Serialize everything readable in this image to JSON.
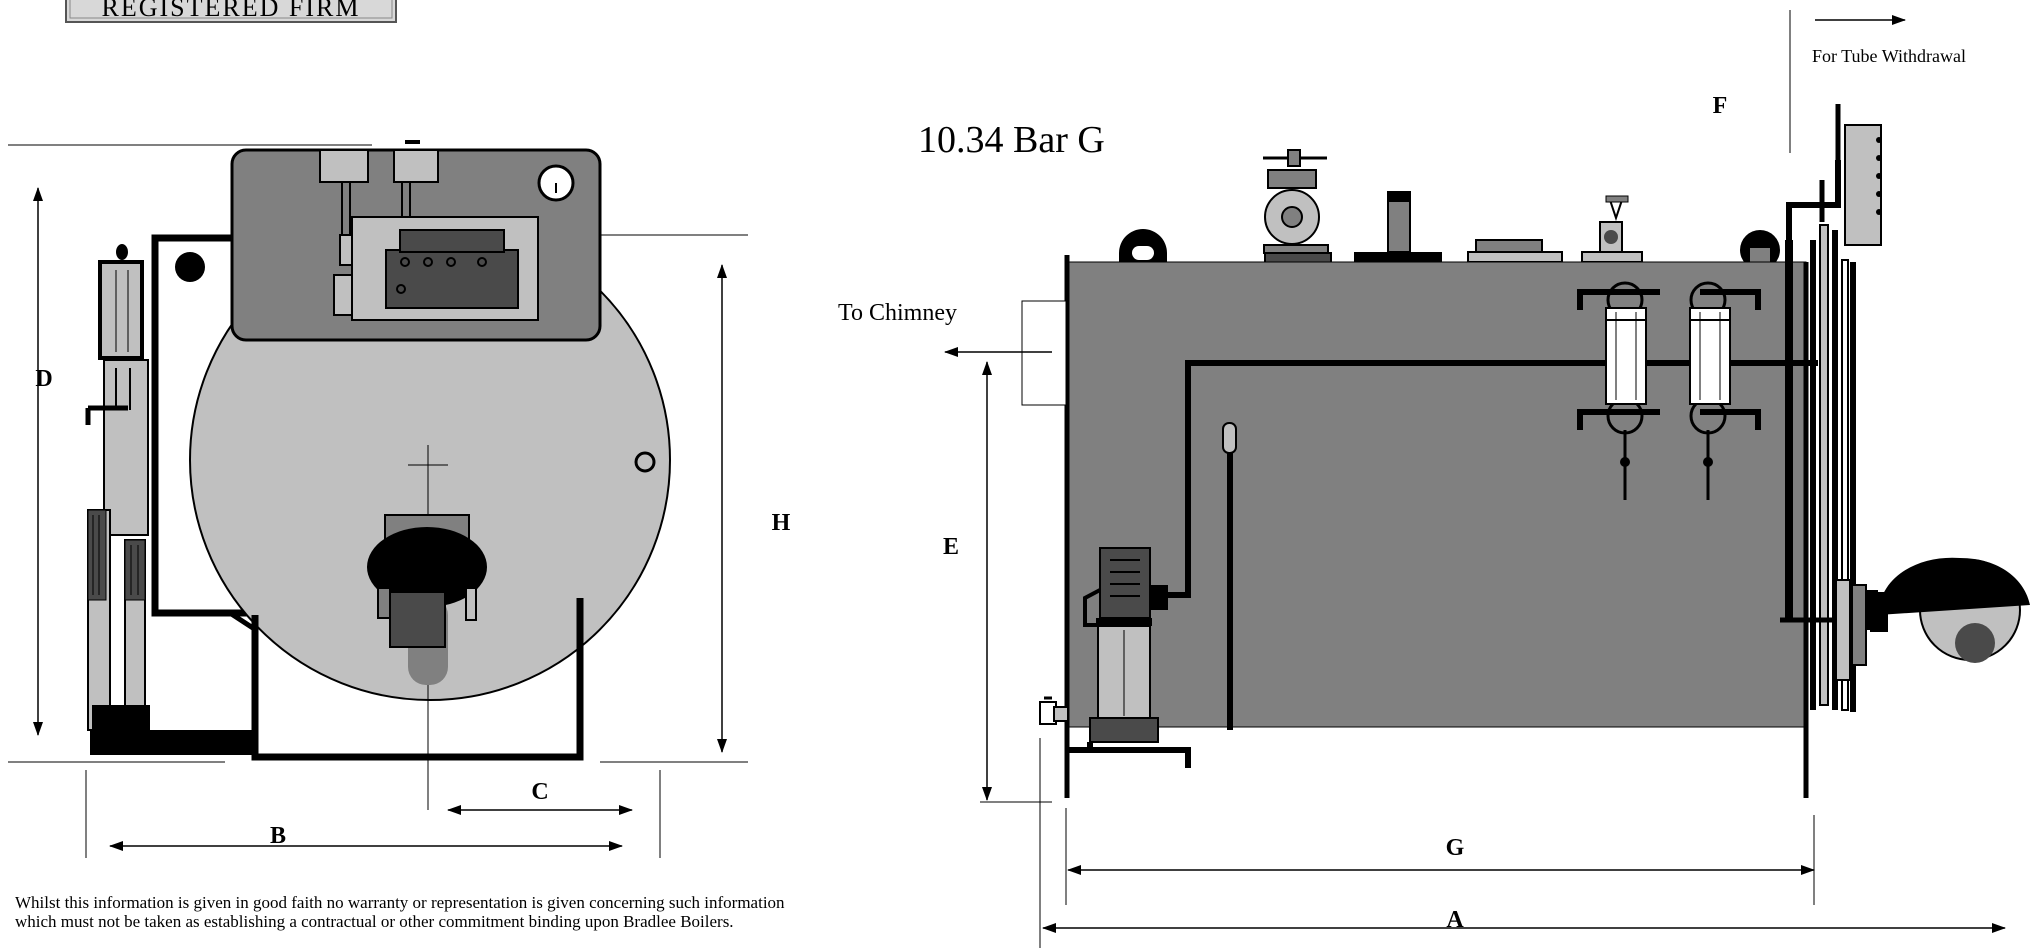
{
  "logo_text": "REGISTERED FIRM",
  "pressure_label": "10.34 Bar G",
  "flow_labels": {
    "chimney": "To Chimney",
    "tube_withdrawal": "For Tube Withdrawal"
  },
  "dimensions": {
    "A": "A",
    "B": "B",
    "C": "C",
    "D": "D",
    "E": "E",
    "F": "F",
    "G": "G",
    "H": "H"
  },
  "disclaimer": {
    "line1": "Whilst this information is given in good faith no warranty or representation is given concerning such information",
    "line2": "which must not be taken as establishing a contractual or other commitment binding upon Bradlee Boilers."
  },
  "colors": {
    "shell_light": "#c0c0c0",
    "shell_dark": "#808080",
    "dark_band": "#4a4a4a",
    "outline": "#000000"
  }
}
